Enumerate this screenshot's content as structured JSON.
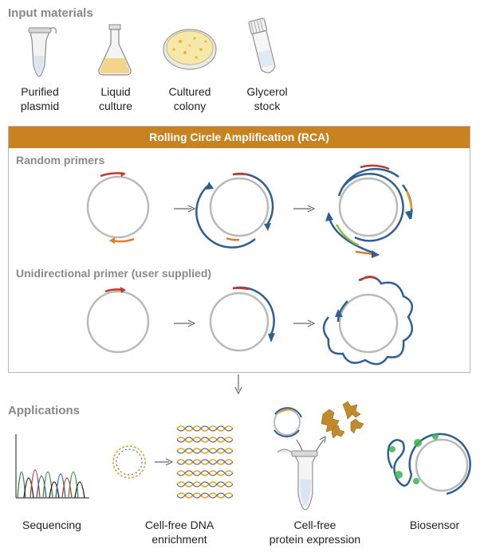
{
  "input_materials": {
    "title": "Input materials",
    "items": [
      {
        "line1": "Purified",
        "line2": "plasmid"
      },
      {
        "line1": "Liquid",
        "line2": "culture"
      },
      {
        "line1": "Cultured",
        "line2": "colony"
      },
      {
        "line1": "Glycerol",
        "line2": "stock"
      }
    ]
  },
  "rca": {
    "header": "Rolling Circle Amplification (RCA)",
    "random_primers": "Random primers",
    "unidirectional_primer": "Unidirectional primer (user supplied)"
  },
  "applications": {
    "title": "Applications",
    "items": [
      {
        "line1": "Sequencing",
        "line2": ""
      },
      {
        "line1": "Cell-free DNA",
        "line2": "enrichment"
      },
      {
        "line1": "Cell-free",
        "line2": "protein expression"
      },
      {
        "line1": "Biosensor",
        "line2": ""
      }
    ]
  },
  "colors": {
    "orange_header": "#c8821f",
    "dna_blue": "#2e5f94",
    "primer_red": "#c0392b",
    "primer_orange": "#e07b25",
    "circle_gray": "#b9b9b9"
  }
}
